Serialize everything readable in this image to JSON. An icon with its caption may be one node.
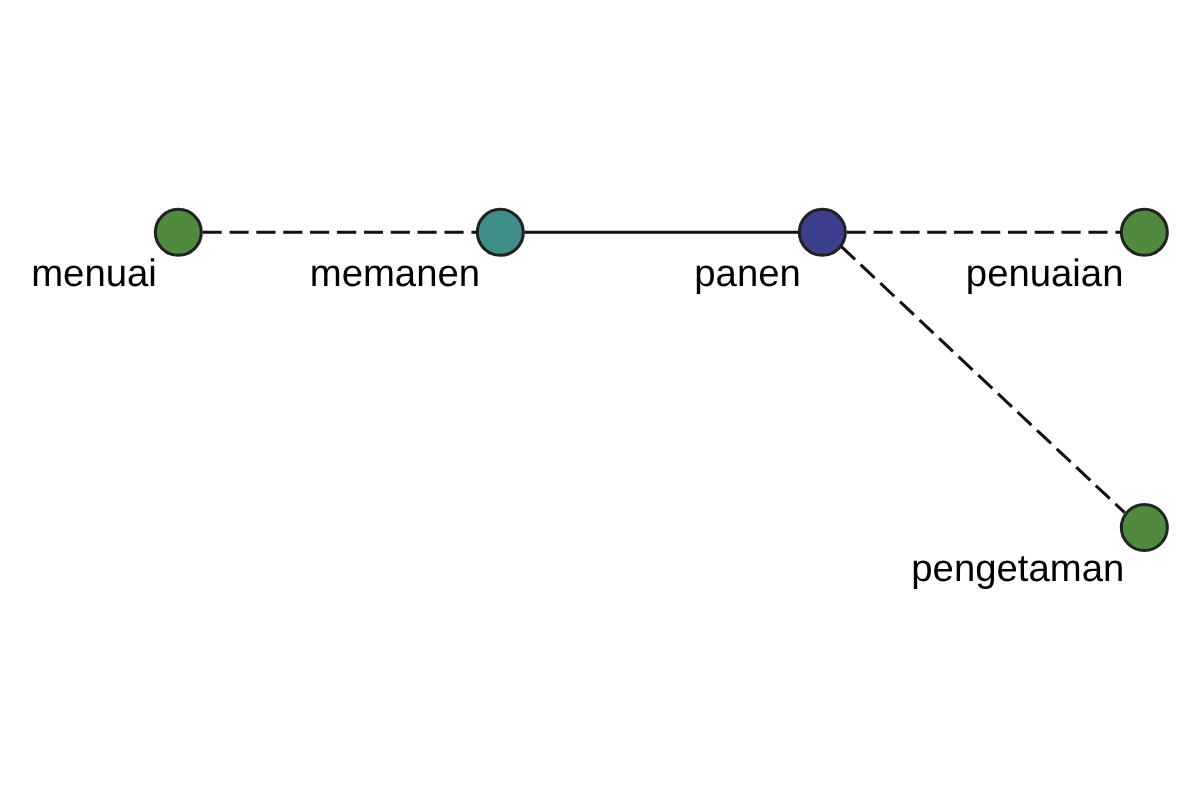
{
  "diagram": {
    "nodes": [
      {
        "text": [
          "menuai"
        ]
      },
      {
        "text": [
          "memanen"
        ]
      },
      {
        "text": [
          "panen"
        ]
      },
      {
        "text": [
          "penuaian"
        ]
      },
      {
        "text": [
          "pengetaman"
        ]
      }
    ],
    "edges": [
      {
        "from": 0,
        "to": 1,
        "arrow": "none",
        "style": "dashed"
      },
      {
        "from": 1,
        "to": 2,
        "arrow": "none"
      },
      {
        "from": 2,
        "to": 3,
        "arrow": "none",
        "style": "dashed"
      },
      {
        "from": 2,
        "to": 4,
        "arrow": "none",
        "style": "dashed"
      }
    ]
  }
}
